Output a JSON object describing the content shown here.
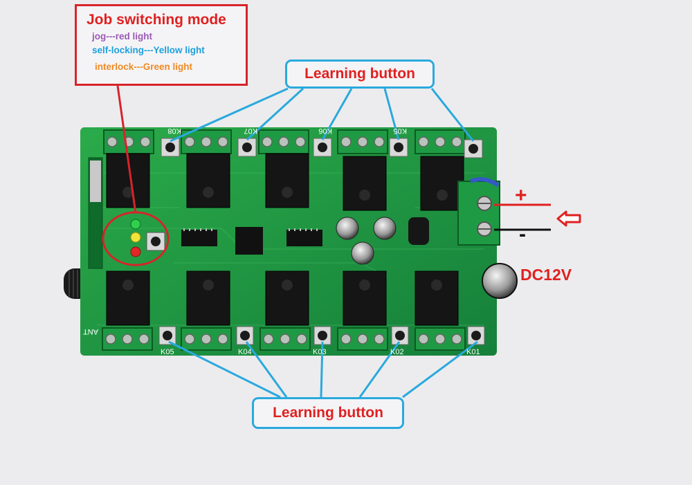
{
  "colors": {
    "annotation_red": "#d8232a",
    "callout_blue": "#2aa9dd",
    "label_red": "#e02020",
    "jog_purple": "#9b59b6",
    "selflock_blue": "#1ea0dd",
    "interlock_orange": "#f08a24",
    "pcb_green": "#1c8f3a"
  },
  "mode_box": {
    "title": "Job switching mode",
    "jog": "jog---red light",
    "self_locking": "self-locking---Yellow light",
    "interlock": "interlock---Green light"
  },
  "callout_top": {
    "label": "Learning button"
  },
  "callout_bottom": {
    "label": "Learning button"
  },
  "power": {
    "plus": "+",
    "minus": "-",
    "voltage": "DC12V"
  },
  "board": {
    "relay_labels_top": [
      "K08",
      "K07",
      "K06",
      "K05"
    ],
    "relay_labels_bottom": [
      "K05",
      "K04",
      "K03",
      "K02",
      "K01"
    ],
    "antenna_label": "ANT"
  }
}
